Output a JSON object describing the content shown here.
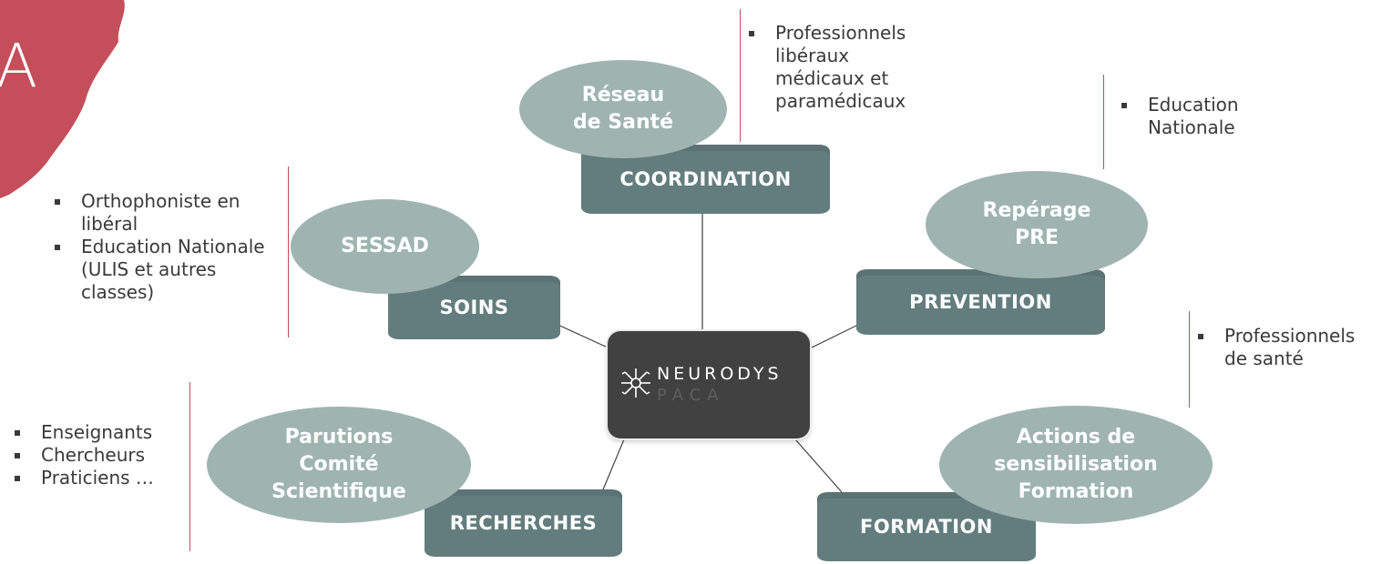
{
  "corner_letter": "A",
  "center": {
    "line1": "NEURODYS",
    "line2": "PACA"
  },
  "nodes": {
    "coordination": {
      "label": "COORDINATION",
      "bubble": [
        "Réseau",
        "de Santé"
      ],
      "bullets": [
        "Professionnels libéraux médicaux et paramédicaux"
      ]
    },
    "prevention": {
      "label": "PREVENTION",
      "bubble": [
        "Repérage",
        "PRE"
      ],
      "bullets": [
        "Education Nationale"
      ]
    },
    "soins": {
      "label": "SOINS",
      "bubble": [
        "SESSAD"
      ],
      "bullets": [
        "Orthophoniste en libéral",
        "Education Nationale (ULIS et autres classes)"
      ]
    },
    "formation": {
      "label": "FORMATION",
      "bubble": [
        "Actions de",
        "sensibilisation",
        "Formation"
      ],
      "bullets": [
        "Professionnels de santé"
      ]
    },
    "recherches": {
      "label": "RECHERCHES",
      "bubble": [
        "Parutions",
        "Comité",
        "Scientifique"
      ],
      "bullets": [
        "Enseignants",
        "Chercheurs",
        "Praticiens …"
      ]
    }
  },
  "colors": {
    "accent_red": "#c44e5a",
    "node_dark": "#637d7e",
    "bubble": "#9fb4b0",
    "center": "#414141",
    "text": "#3a3a3a"
  }
}
